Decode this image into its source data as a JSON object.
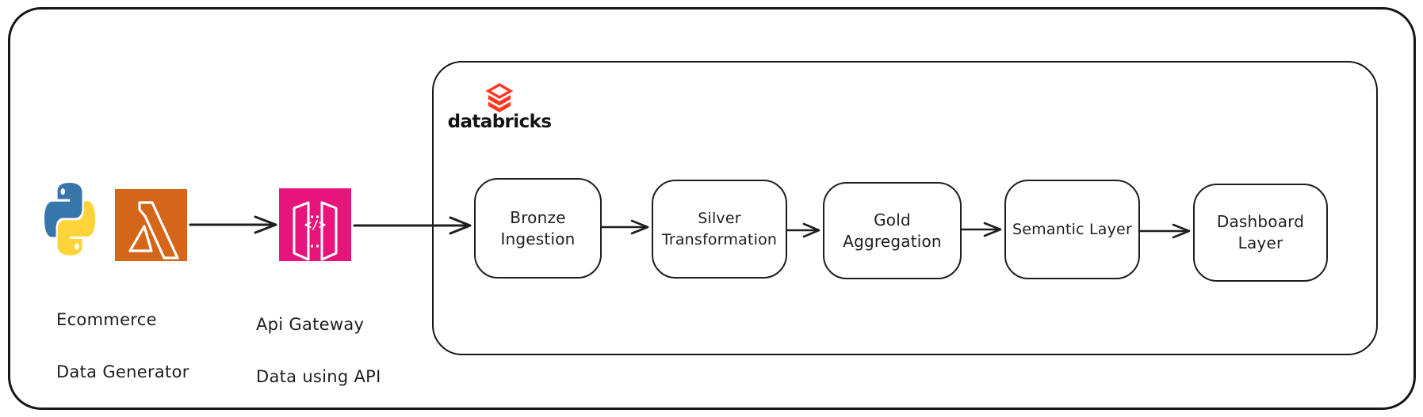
{
  "diagram_type": "data-pipeline-architecture",
  "source": {
    "icons": [
      "python-icon",
      "aws-lambda-icon"
    ],
    "label_line1": "Ecommerce",
    "label_line2": "Data Generator"
  },
  "gateway": {
    "icon": "aws-api-gateway-icon",
    "glyph": "</>",
    "label_line1": "Api Gateway",
    "label_line2": "Data using API"
  },
  "databricks": {
    "icon": "databricks-logo-icon",
    "wordmark": "databricks",
    "pipeline": [
      {
        "line1": "Bronze",
        "line2": "Ingestion"
      },
      {
        "line1": "Silver",
        "line2": "Transformation"
      },
      {
        "line1": "Gold",
        "line2": "Aggregation"
      },
      {
        "line1": "Semantic Layer",
        "line2": ""
      },
      {
        "line1": "Dashboard",
        "line2": "Layer"
      }
    ]
  },
  "colors": {
    "stroke": "#1e1e1e",
    "frame": "#161616",
    "lambda_orange": "#d4661a",
    "api_gateway_pink": "#e7157b",
    "databricks_red": "#ff3621",
    "python_blue": "#3776ab",
    "python_yellow": "#ffd43b",
    "wordmark_dark": "#131313"
  }
}
